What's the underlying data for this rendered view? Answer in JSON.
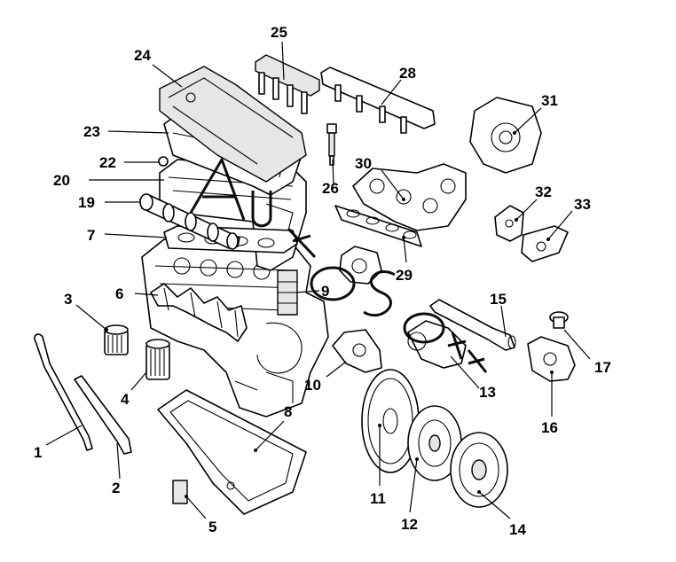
{
  "callouts": {
    "c1": "1",
    "c2": "2",
    "c3": "3",
    "c4": "4",
    "c5": "5",
    "c6": "6",
    "c7": "7",
    "c8": "8",
    "c9": "9",
    "c10": "10",
    "c11": "11",
    "c12": "12",
    "c13": "13",
    "c14": "14",
    "c15": "15",
    "c16": "16",
    "c17": "17",
    "c19": "19",
    "c20": "20",
    "c22": "22",
    "c23": "23",
    "c24": "24",
    "c25": "25",
    "c26": "26",
    "c28": "28",
    "c29": "29",
    "c30": "30",
    "c31": "31",
    "c32": "32",
    "c33": "33"
  },
  "watermark": {
    "text": "Autosoft"
  }
}
